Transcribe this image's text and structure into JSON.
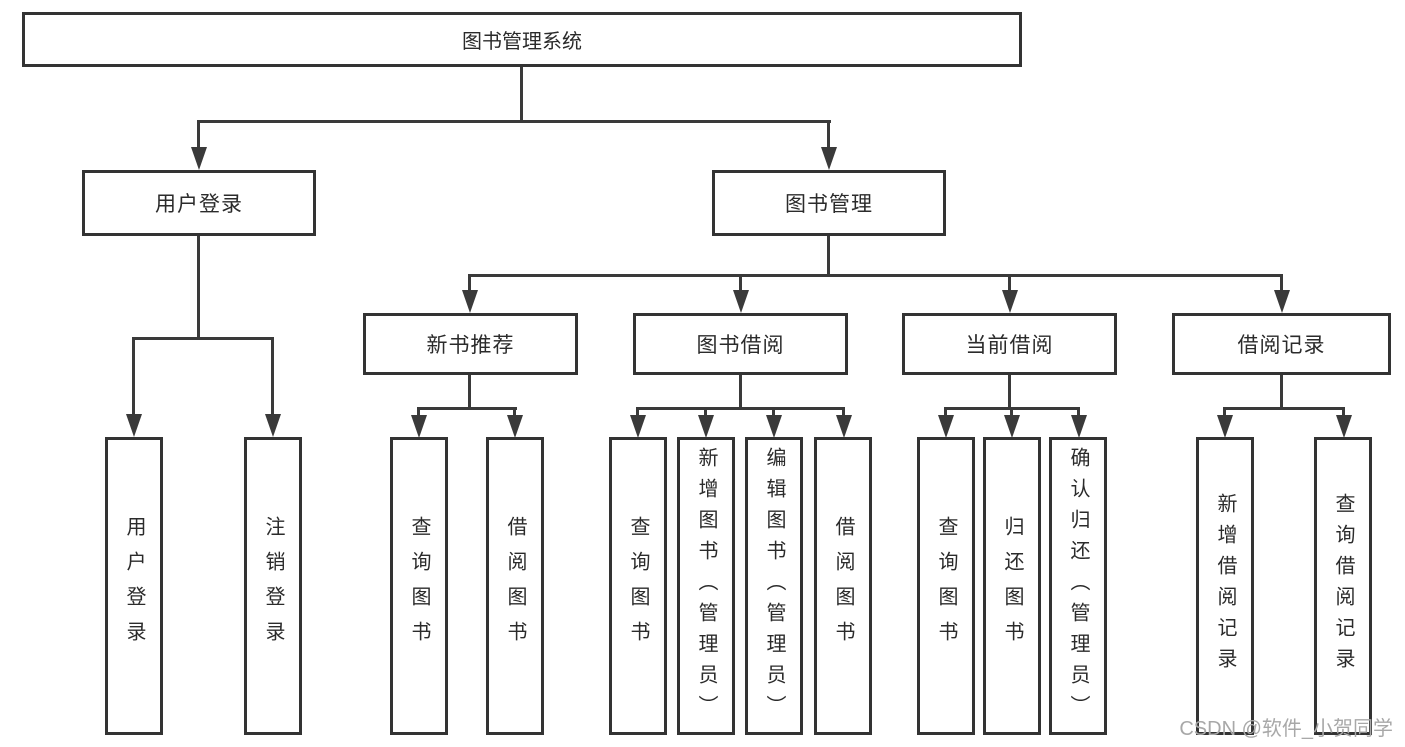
{
  "diagram": {
    "title_node": {
      "label": "图书管理系统"
    },
    "level1": [
      {
        "label": "用户登录"
      },
      {
        "label": "图书管理"
      }
    ],
    "level2": [
      {
        "label": "新书推荐"
      },
      {
        "label": "图书借阅"
      },
      {
        "label": "当前借阅"
      },
      {
        "label": "借阅记录"
      }
    ],
    "level3": [
      {
        "label": "用户登录",
        "parent": "用户登录"
      },
      {
        "label": "注销登录",
        "parent": "用户登录"
      },
      {
        "label": "查询图书",
        "parent": "新书推荐"
      },
      {
        "label": "借阅图书",
        "parent": "新书推荐"
      },
      {
        "label": "查询图书",
        "parent": "图书借阅"
      },
      {
        "label": "新增图书（管理员）",
        "parent": "图书借阅"
      },
      {
        "label": "编辑图书（管理员）",
        "parent": "图书借阅"
      },
      {
        "label": "借阅图书",
        "parent": "图书借阅"
      },
      {
        "label": "查询图书",
        "parent": "当前借阅"
      },
      {
        "label": "归还图书",
        "parent": "当前借阅"
      },
      {
        "label": "确认归还（管理员）",
        "parent": "当前借阅"
      },
      {
        "label": "新增借阅记录",
        "parent": "借阅记录"
      },
      {
        "label": "查询借阅记录",
        "parent": "借阅记录"
      }
    ],
    "watermark": "CSDN @软件_小贺同学",
    "colors": {
      "line": "#3a3a3a",
      "border": "#333333",
      "text": "#2b2b2b",
      "watermark": "#a8a8a8",
      "background": "#ffffff"
    }
  }
}
